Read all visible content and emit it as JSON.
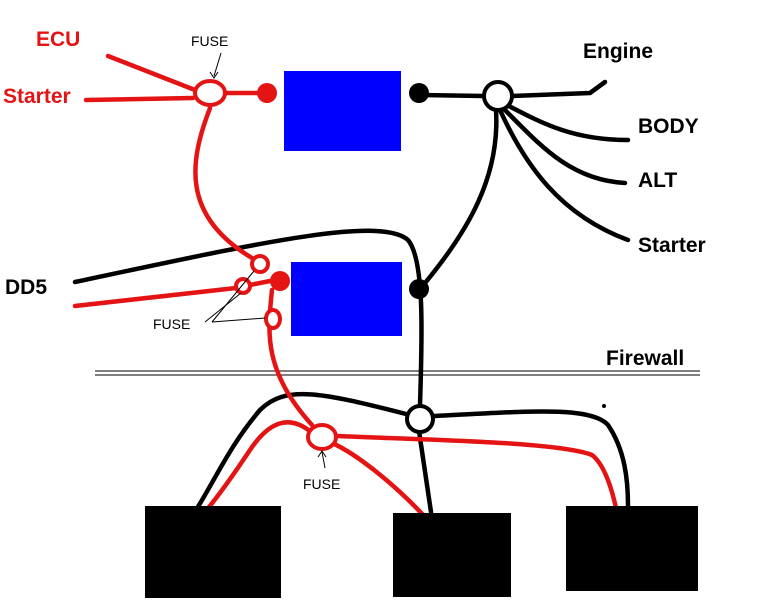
{
  "labels": {
    "ecu": "ECU",
    "starter_left": "Starter",
    "engine": "Engine",
    "body": "BODY",
    "alt": "ALT",
    "starter_right": "Starter",
    "dd5": "DD5",
    "firewall": "Firewall",
    "fuse_top": "FUSE",
    "fuse_middle": "FUSE",
    "fuse_bottom": "FUSE"
  },
  "colors": {
    "positive_wire": "#e41414",
    "ground_wire": "#000000",
    "component_fill": "#0000ff",
    "battery_fill": "#000000",
    "background": "#ffffff"
  }
}
